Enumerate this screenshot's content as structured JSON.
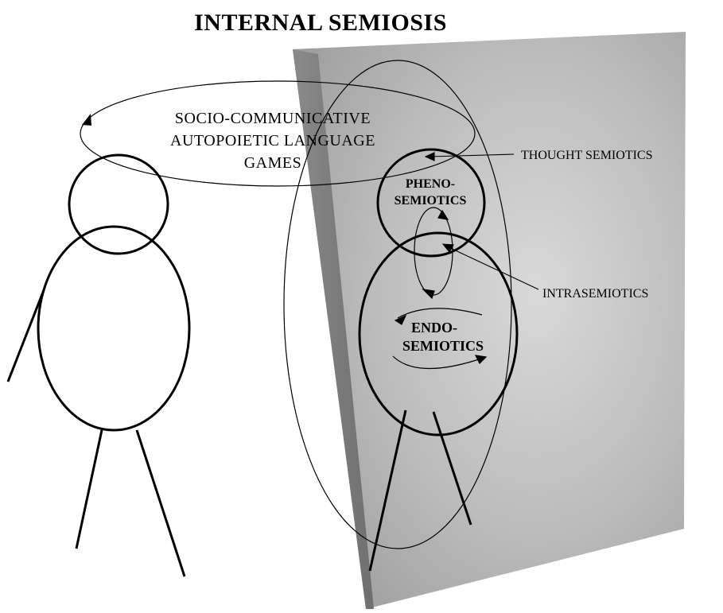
{
  "title": "INTERNAL SEMIOSIS",
  "labels": {
    "socio_line1": "SOCIO-COMMUNICATIVE",
    "socio_line2": "AUTOPOIETIC LANGUAGE",
    "socio_line3": "GAMES",
    "thought_semiotics": "THOUGHT SEMIOTICS",
    "intrasemiotics": "INTRASEMIOTICS",
    "pheno_line1": "PHENO-",
    "pheno_line2": "SEMIOTICS",
    "endo_line1": "ENDO-",
    "endo_line2": "SEMIOTICS"
  },
  "colors": {
    "line": "#000000",
    "background": "#ffffff",
    "box_light": "#d6d6d6",
    "box_mid": "#bdbdbd",
    "box_dark": "#8f8f8f"
  }
}
